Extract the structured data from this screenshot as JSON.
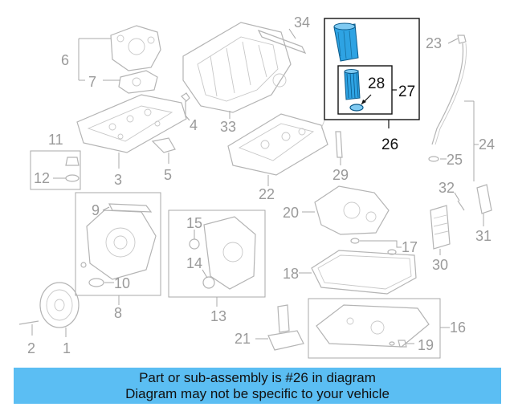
{
  "callouts": {
    "n1": "1",
    "n2": "2",
    "n3": "3",
    "n4": "4",
    "n5": "5",
    "n6": "6",
    "n7": "7",
    "n8": "8",
    "n9": "9",
    "n10": "10",
    "n11": "11",
    "n12": "12",
    "n13": "13",
    "n14": "14",
    "n15": "15",
    "n16": "16",
    "n17": "17",
    "n18": "18",
    "n19": "19",
    "n20": "20",
    "n21": "21",
    "n22": "22",
    "n23": "23",
    "n24": "24",
    "n25": "25",
    "n26": "26",
    "n27": "27",
    "n28": "28",
    "n29": "29",
    "n30": "30",
    "n31": "31",
    "n32": "32",
    "n33": "33",
    "n34": "34"
  },
  "highlight": {
    "part_number": "26",
    "color": "#2ea3e3",
    "box_color": "#111111"
  },
  "banner": {
    "line1": "Part or sub-assembly is #26 in diagram",
    "line2": "Diagram may not be specific to your vehicle",
    "background": "#5bbef3"
  }
}
